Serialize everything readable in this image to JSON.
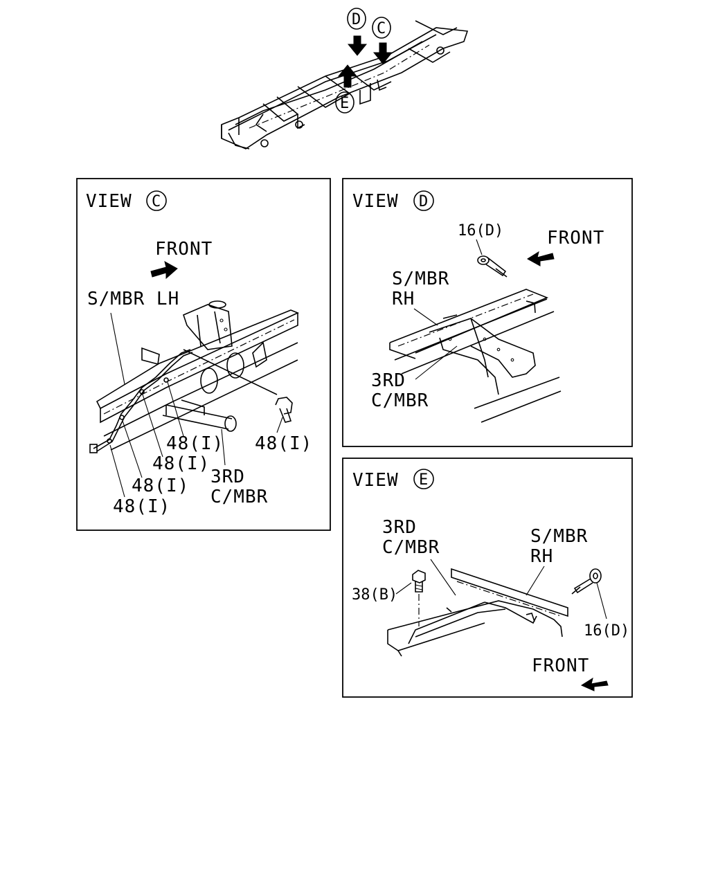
{
  "overview": {
    "view_markers": [
      "D",
      "C",
      "E"
    ]
  },
  "view_c": {
    "title": "VIEW",
    "marker": "C",
    "front_label": "FRONT",
    "side_member_label": "S/MBR LH",
    "cross_member_label_1": "3RD",
    "cross_member_label_2": "C/MBR",
    "callouts": [
      "48(I)",
      "48(I)",
      "48(I)",
      "48(I)",
      "48(I)"
    ]
  },
  "view_d": {
    "title": "VIEW",
    "marker": "D",
    "front_label": "FRONT",
    "part_callout": "16(D)",
    "side_member_label_1": "S/MBR",
    "side_member_label_2": "RH",
    "cross_member_label_1": "3RD",
    "cross_member_label_2": "C/MBR"
  },
  "view_e": {
    "title": "VIEW",
    "marker": "E",
    "front_label": "FRONT",
    "cross_member_label_1": "3RD",
    "cross_member_label_2": "C/MBR",
    "side_member_label_1": "S/MBR",
    "side_member_label_2": "RH",
    "bolt_callout": "38(B)",
    "part_callout": "16(D)"
  }
}
